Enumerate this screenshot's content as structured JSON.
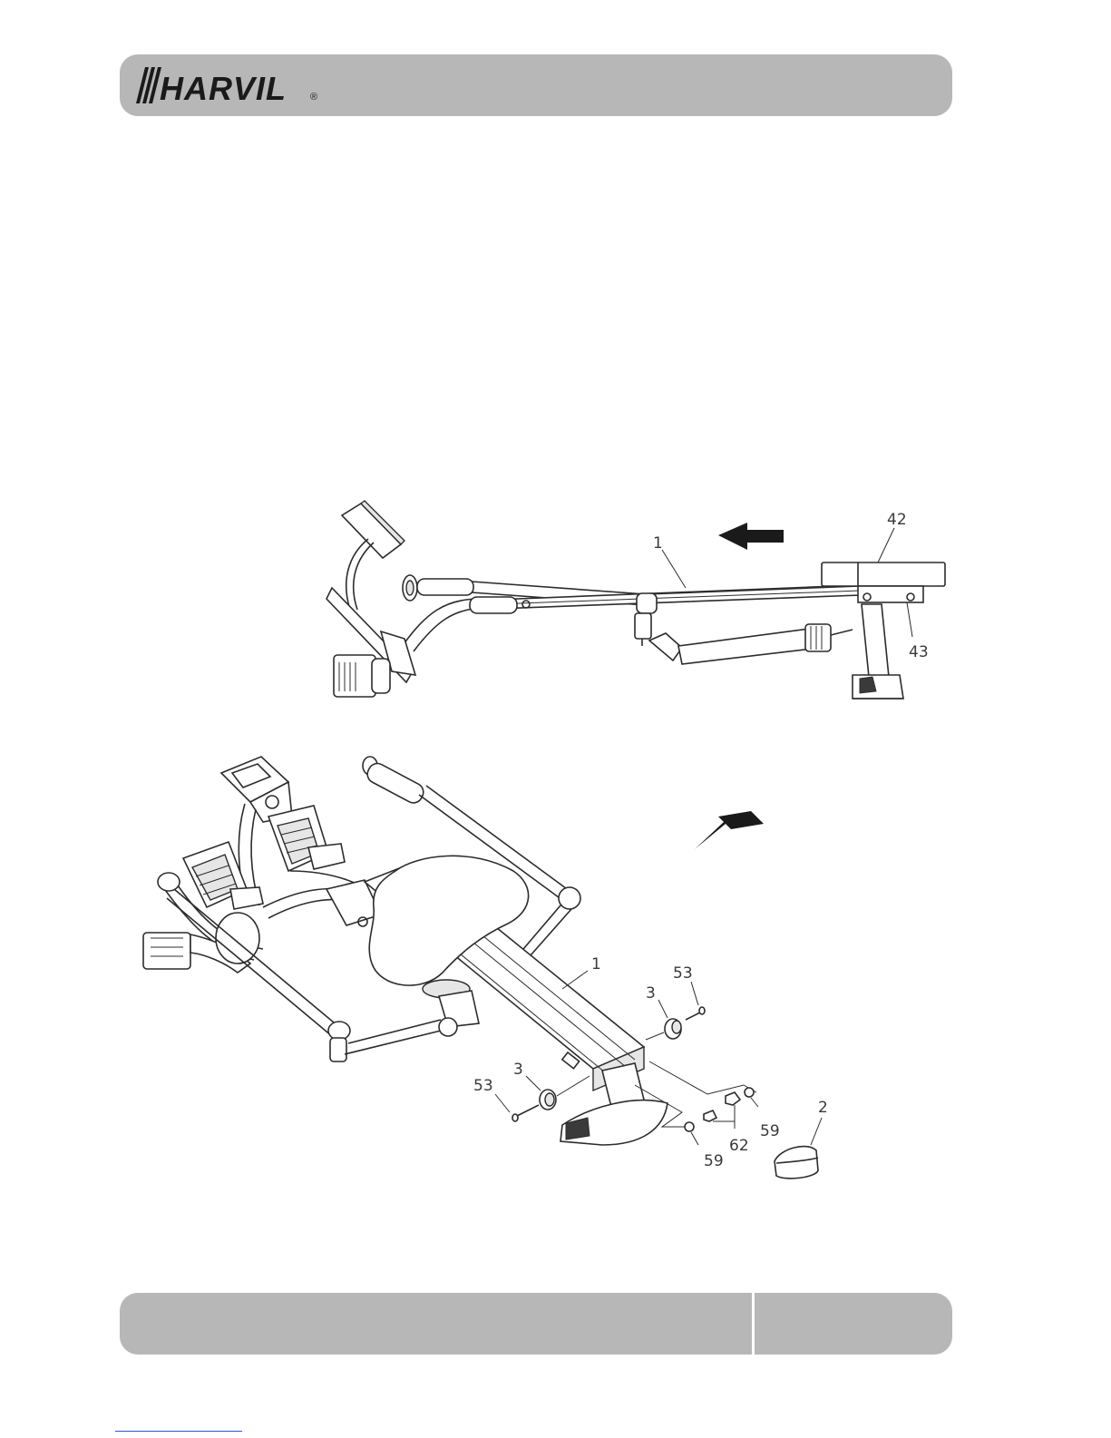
{
  "header": {
    "brand": "HARVIL",
    "registered_mark": "®"
  },
  "side_view": {
    "callouts": [
      "1",
      "42",
      "43"
    ]
  },
  "exploded_view": {
    "callouts": [
      "1",
      "3",
      "53",
      "3",
      "53",
      "59",
      "62",
      "59",
      "2"
    ]
  },
  "footer": {
    "left_text": "",
    "page_number": ""
  }
}
